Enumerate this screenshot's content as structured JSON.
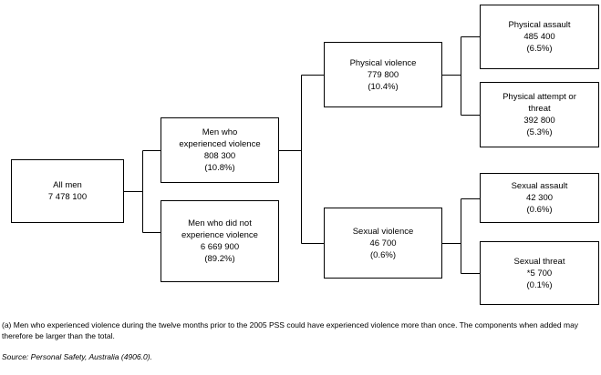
{
  "diagram": {
    "type": "flowchart",
    "orientation": "left-to-right",
    "nodes": {
      "all_men": {
        "label": "All men",
        "value": "7 478 100",
        "percent": ""
      },
      "experienced_violence": {
        "label_line1": "Men who",
        "label_line2": "experienced violence",
        "value": "808 300",
        "percent": "(10.8%)"
      },
      "not_experienced_violence": {
        "label_line1": "Men who did not",
        "label_line2": "experience violence",
        "value": "6 669 900",
        "percent": "(89.2%)"
      },
      "physical_violence": {
        "label": "Physical violence",
        "value": "779 800",
        "percent": "(10.4%)"
      },
      "sexual_violence": {
        "label": "Sexual violence",
        "value": "46 700",
        "percent": "(0.6%)"
      },
      "physical_assault": {
        "label": "Physical assault",
        "value": "485 400",
        "percent": "(6.5%)"
      },
      "physical_attempt_or_threat": {
        "label_line1": "Physical attempt or",
        "label_line2": "threat",
        "value": "392 800",
        "percent": "(5.3%)"
      },
      "sexual_assault": {
        "label": "Sexual assault",
        "value": "42 300",
        "percent": "(0.6%)"
      },
      "sexual_threat": {
        "label": "Sexual threat",
        "value": "*5 700",
        "percent": "(0.1%)"
      }
    },
    "colors": {
      "line": "#000000",
      "box_fill": "#ffffff",
      "text": "#000000"
    }
  },
  "footnotes": {
    "note_a": "(a) Men who experienced violence during the twelve months prior to the 2005 PSS could have experienced violence more than once. The components when added may therefore be larger than the total.",
    "source": "Source: Personal Safety, Australia (4906.0)."
  }
}
